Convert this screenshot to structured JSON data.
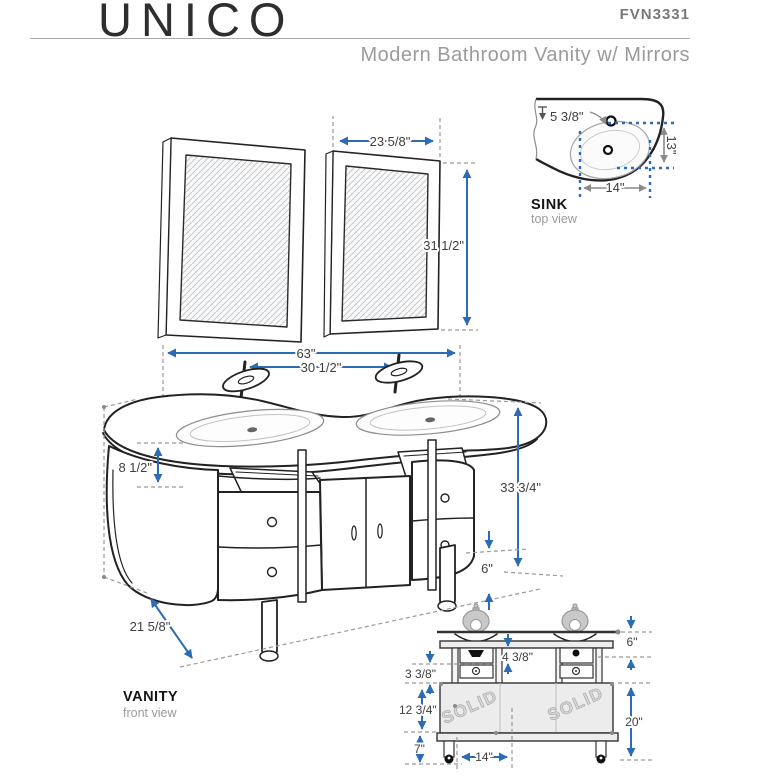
{
  "header": {
    "brand": "UNICO",
    "model": "FVN3331",
    "subtitle": "Modern Bathroom Vanity w/ Mirrors"
  },
  "sink_view": {
    "title": "SINK",
    "subtitle": "top view",
    "depth": "5 3/8\"",
    "width": "14\"",
    "front_to_back": "13\""
  },
  "mirrors": {
    "width": "23 5/8\"",
    "height": "31 1/2\""
  },
  "vanity": {
    "title": "VANITY",
    "subtitle": "front view",
    "overall_width": "63\"",
    "faucet_spacing": "30 1/2\"",
    "shelf_clearance": "8 1/2\"",
    "depth": "21 5/8\"",
    "height": "33 3/4\"",
    "leg_height": "6\""
  },
  "detail": {
    "counter_to_drawer": "6\"",
    "center_opening": "4 3/8\"",
    "drawer_height": "3 3/8\"",
    "cabinet_interior": "12 3/4\"",
    "leg_height": "7\"",
    "leg_spacing": "14\"",
    "base_height": "20\"",
    "watermark": "SOLID"
  },
  "colors": {
    "dimension_blue": "#2b6cb5",
    "line_dark": "#222222",
    "muted_gray": "#999999"
  }
}
